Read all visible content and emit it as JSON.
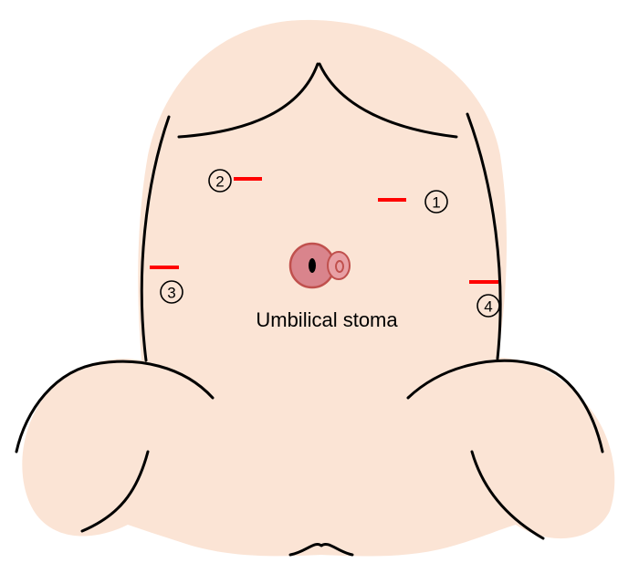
{
  "stoma": {
    "label": "Umbilical stoma"
  },
  "ports": [
    {
      "number": "1"
    },
    {
      "number": "2"
    },
    {
      "number": "3"
    },
    {
      "number": "4"
    }
  ],
  "colors": {
    "skin": "#fbe4d5",
    "incision": "#ff0000",
    "stoma": "#d9848c",
    "stoma_rim": "#c0504d",
    "outline": "#000000"
  }
}
